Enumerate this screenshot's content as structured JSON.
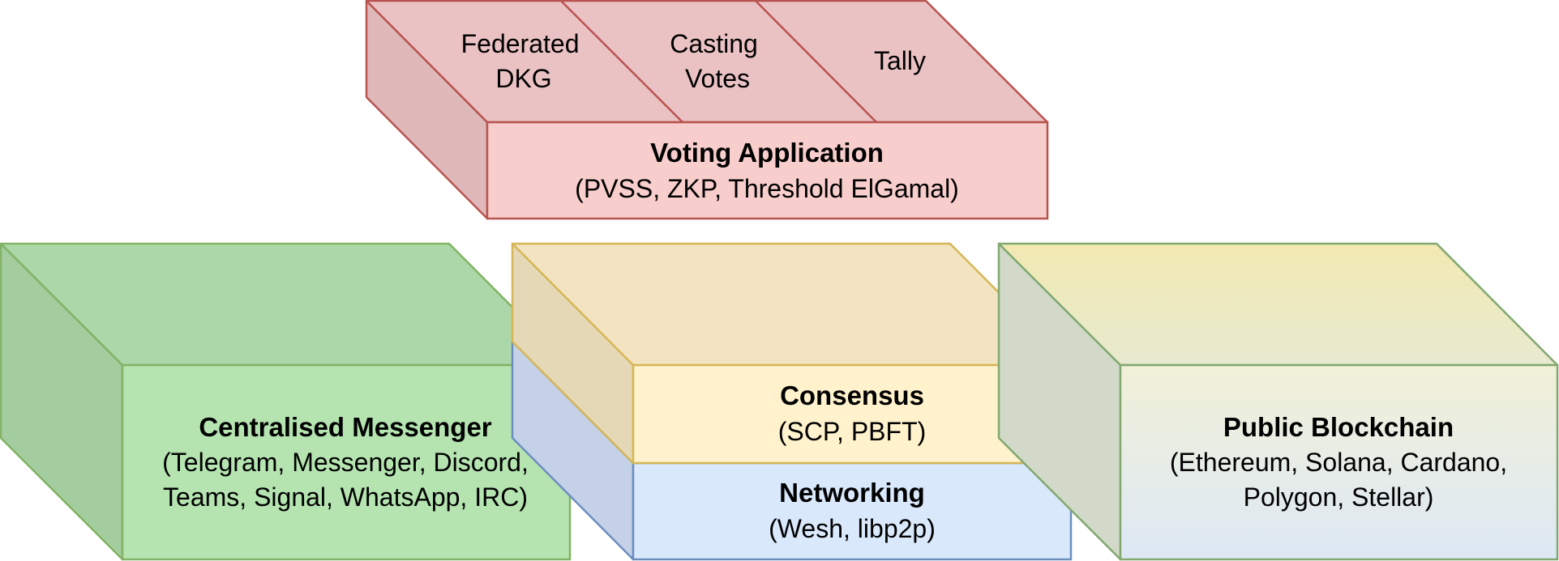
{
  "voting_app": {
    "title": "Voting Application",
    "subtitle": "(PVSS, ZKP, Threshold ElGamal)",
    "top_sections": [
      {
        "line1": "Federated",
        "line2": "DKG"
      },
      {
        "line1": "Casting",
        "line2": "Votes"
      },
      {
        "line1": "Tally"
      }
    ],
    "colors": {
      "front": "#f8cecc",
      "top": "#ebc2c3",
      "side": "#dfb8b9",
      "stroke": "#b85450"
    }
  },
  "centralised_messenger": {
    "title": "Centralised Messenger",
    "line1": "(Telegram, Messenger, Discord,",
    "line2": "Teams, Signal, WhatsApp, IRC)",
    "colors": {
      "front": "#b5e4b1",
      "top": "#acd7a8",
      "side": "#a3cc9f",
      "stroke": "#82b366"
    }
  },
  "consensus": {
    "title": "Consensus",
    "subtitle": "(SCP, PBFT)",
    "colors": {
      "front": "#fff2cc",
      "top": "#f2e4c1",
      "side": "#e5d8b7",
      "stroke": "#d6b656"
    }
  },
  "networking": {
    "title": "Networking",
    "subtitle": "(Wesh, libp2p)",
    "colors": {
      "front": "#dae8fc",
      "side": "#c4d1e6",
      "stroke": "#6c8ebf"
    }
  },
  "public_blockchain": {
    "title": "Public Blockchain",
    "line1": "(Ethereum, Solana, Cardano,",
    "line2": "Polygon, Stellar)",
    "colors": {
      "front_top": "#f1f1d8",
      "front_bottom": "#dde8f5",
      "top_top": "#f2e9b2",
      "top_bottom": "#e8ead0",
      "side": "#d2d9c8",
      "stroke": "#82a870"
    }
  }
}
